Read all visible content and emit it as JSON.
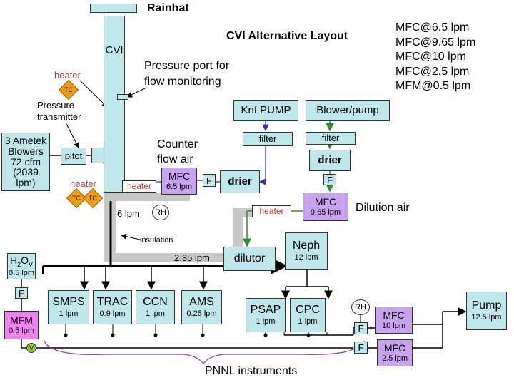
{
  "title": "CVI Alternative Layout",
  "rainhat": "Rainhat",
  "cvi": "CVI",
  "pressure_port": [
    "Pressure port for",
    "flow monitoring"
  ],
  "heater": "heater",
  "tc": "TC",
  "pressure_transmitter": [
    "Pressure",
    "transmitter"
  ],
  "blowers": [
    "3 Ametek",
    "Blowers",
    "72 cfm",
    "(2039 lpm)"
  ],
  "pitot": "pitot",
  "counter_flow": [
    "Counter",
    "flow air"
  ],
  "flow_6": "6 lpm",
  "insulation": "insulation",
  "flow_235": "2.35 lpm",
  "rh": "RH",
  "f": "F",
  "v": "V",
  "dilution_air": "Dilution air",
  "pnnl": "PNNL instruments",
  "legend": [
    "MFC@6.5 lpm",
    "MFC@9.65 lpm",
    "MFC@10 lpm",
    "MFC@2.5 lpm",
    "MFM@0.5 lpm"
  ],
  "boxes": {
    "knf": "Knf PUMP",
    "blower_pump": "Blower/pump",
    "filter": "filter",
    "drier": "drier",
    "mfc": "MFC",
    "mfm": "MFM",
    "mfc_counter_sub": "6.5 lpm",
    "mfc_dil_sub": "9.65 lpm",
    "mfc10_sub": "10 lpm",
    "mfc25_sub": "2.5 lpm",
    "mfm_sub": "0.5 lpm",
    "dilutor": "dilutor",
    "neph": "Neph",
    "neph_sub": "12 lpm",
    "h2o": "H",
    "h2o_sub2": "2",
    "h2o_o": "O",
    "h2o_v": "V",
    "h2o_sub": "0.5 lpm",
    "smps": "SMPS",
    "smps_sub": "1 lpm",
    "trac": "TRAC",
    "trac_sub": "0.9 lpm",
    "ccn": "CCN",
    "ccn_sub": "1 lpm",
    "ams": "AMS",
    "ams_sub": "0.25 lpm",
    "psap": "PSAP",
    "psap_sub": "1 lpm",
    "cpc": "CPC",
    "cpc_sub": "1 lpm",
    "pump": "Pump",
    "pump_sub": "12.5 lpm"
  }
}
